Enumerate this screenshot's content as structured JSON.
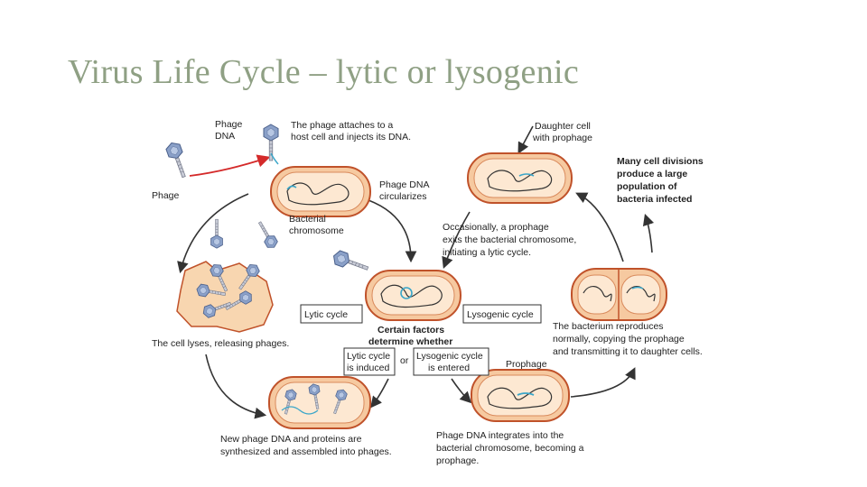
{
  "slide": {
    "title": "Virus Life Cycle – lytic or lysogenic"
  },
  "colors": {
    "title": "#8fa084",
    "cell_fill": "#f6c9a0",
    "cell_stroke": "#c0522a",
    "cell_inner": "#fde8d2",
    "arrow": "#333333",
    "red_arrow": "#d42a2a",
    "phage_dna": "#3aa6c9",
    "phage_head": "#8aa0c8",
    "lysed_cell": "#f8d6b0"
  },
  "labels": {
    "phage_dna": [
      "Phage",
      "DNA"
    ],
    "attach": [
      "The phage attaches to a",
      "host cell and injects its DNA."
    ],
    "phage": "Phage",
    "circularizes": [
      "Phage DNA",
      "circularizes"
    ],
    "bacterial_chromosome": [
      "Bacterial",
      "chromosome"
    ],
    "daughter_cell": [
      "Daughter cell",
      "with prophage"
    ],
    "many_divisions": [
      "Many cell divisions",
      "produce a large",
      "population of",
      "bacteria infected"
    ],
    "occasionally": [
      "Occasionally, a prophage",
      "exits the bacterial chromosome,",
      "initiating a lytic cycle."
    ],
    "lytic_cycle": "Lytic cycle",
    "lysogenic_cycle": "Lysogenic cycle",
    "certain_factors": [
      "Certain factors",
      "determine whether"
    ],
    "lytic_induced": [
      "Lytic cycle",
      "is induced"
    ],
    "or": "or",
    "lysogenic_entered": [
      "Lysogenic cycle",
      "is entered"
    ],
    "prophage": "Prophage",
    "reproduces": [
      "The bacterium reproduces",
      "normally, copying the prophage",
      "and transmitting it to daughter cells."
    ],
    "lyses": "The cell lyses, releasing phages.",
    "new_dna": [
      "New phage DNA and proteins are",
      "synthesized and assembled into phages."
    ],
    "integrates": [
      "Phage DNA integrates into the",
      "bacterial chromosome, becoming a",
      "prophage."
    ]
  }
}
